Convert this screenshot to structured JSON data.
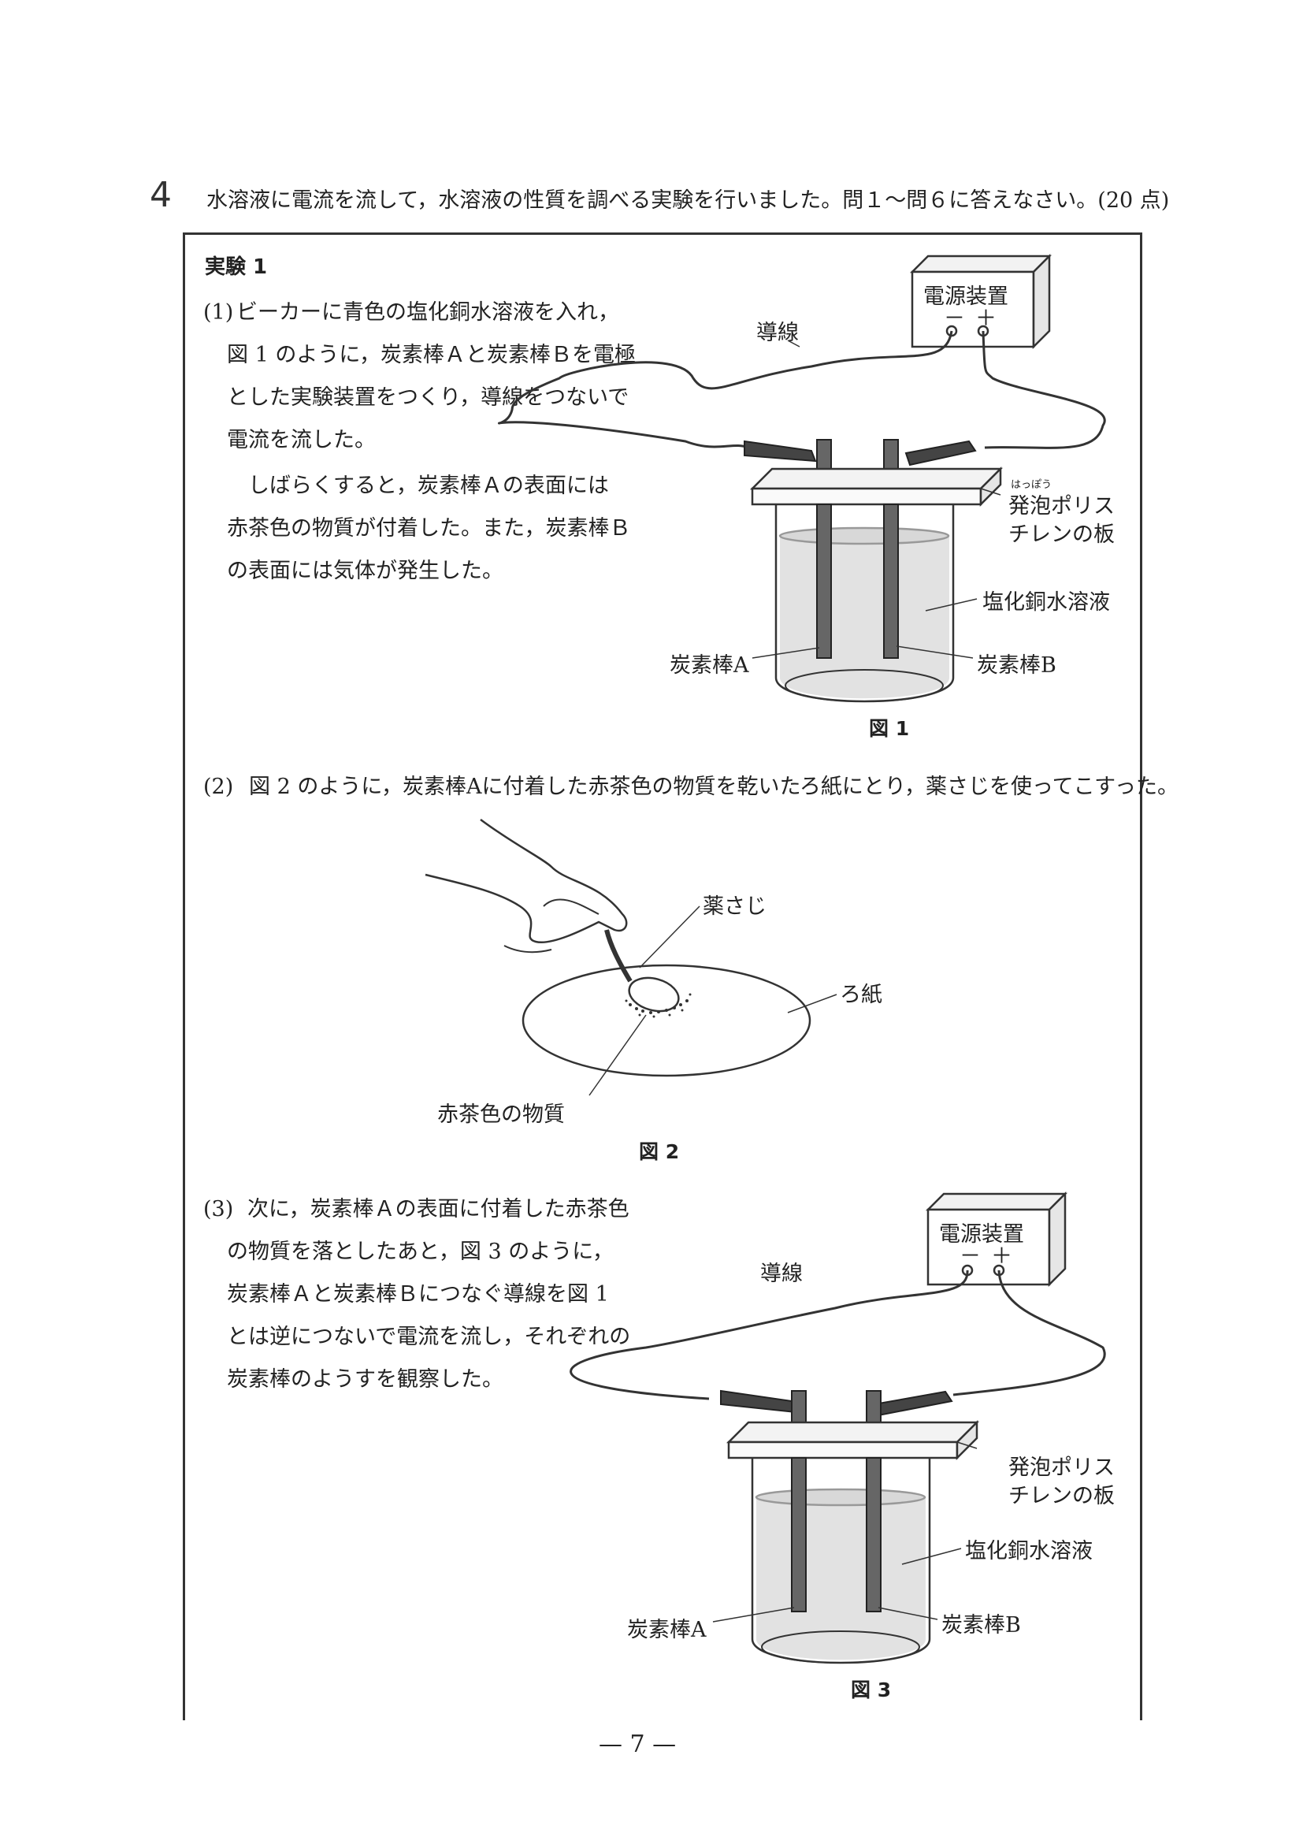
{
  "question": {
    "number": "4",
    "text": "水溶液に電流を流して，水溶液の性質を調べる実験を行いました。問１～問６に答えなさい。(20 点)"
  },
  "experiment": {
    "title": "実験 1",
    "step1": {
      "label": "(1)",
      "lines": [
        "ビーカーに青色の塩化銅水溶液を入れ，",
        "図 1 のように，炭素棒Ａと炭素棒Ｂを電極",
        "とした実験装置をつくり，導線をつないで",
        "電流を流した。",
        "　しばらくすると，炭素棒Ａの表面には",
        "赤茶色の物質が付着した。また，炭素棒Ｂ",
        "の表面には気体が発生した。"
      ]
    },
    "step2": {
      "label": "(2)",
      "text": "図 2 のように，炭素棒Aに付着した赤茶色の物質を乾いたろ紙にとり，薬さじを使ってこすった。"
    },
    "step3": {
      "label": "(3)",
      "lines": [
        "次に，炭素棒Ａの表面に付着した赤茶色",
        "の物質を落としたあと，図 3 のように，",
        "炭素棒Ａと炭素棒Ｂにつなぐ導線を図 1",
        "とは逆につないで電流を流し，それぞれの",
        "炭素棒のようすを観察した。"
      ]
    }
  },
  "figure1": {
    "power_supply": "電源装置",
    "minus": "－",
    "plus": "＋",
    "wire": "導線",
    "board_ruby": "はっぽう",
    "board_line1": "発泡ポリス",
    "board_line2": "チレンの板",
    "solution": "塩化銅水溶液",
    "rod_a": "炭素棒A",
    "rod_b": "炭素棒B",
    "caption": "図 1"
  },
  "figure2": {
    "spoon": "薬さじ",
    "filter_paper": "ろ紙",
    "substance": "赤茶色の物質",
    "caption": "図 2"
  },
  "figure3": {
    "power_supply": "電源装置",
    "minus": "－",
    "plus": "＋",
    "wire": "導線",
    "board_line1": "発泡ポリス",
    "board_line2": "チレンの板",
    "solution": "塩化銅水溶液",
    "rod_a": "炭素棒A",
    "rod_b": "炭素棒B",
    "caption": "図 3"
  },
  "page_number": "— 7 —"
}
